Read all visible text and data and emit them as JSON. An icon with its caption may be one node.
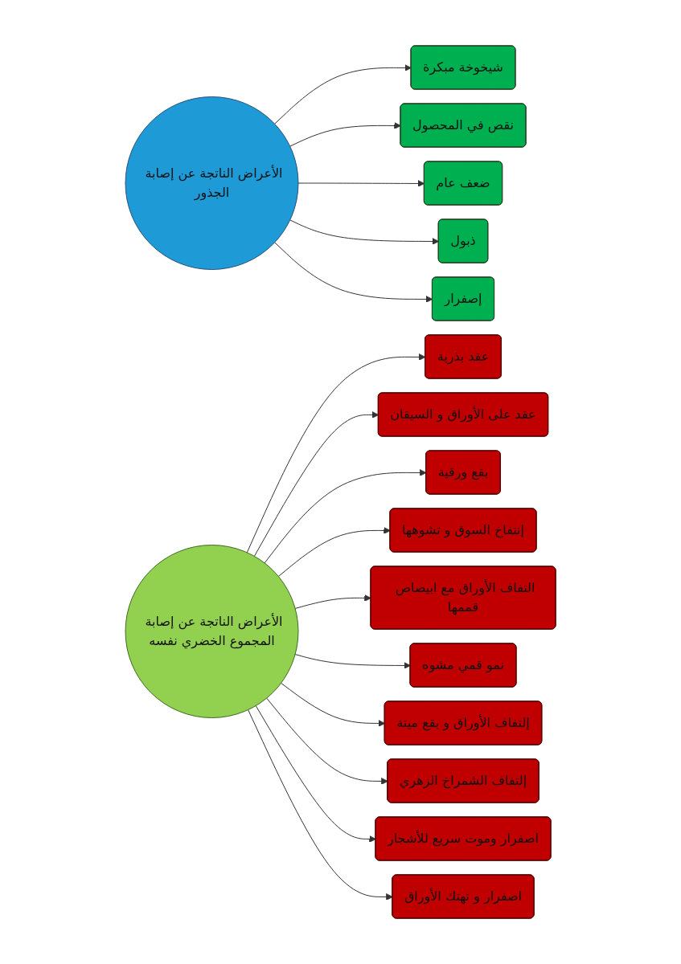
{
  "diagram": {
    "nodes": [
      {
        "text": [
          "الأعراض الناتجة عن إصابة الجذور"
        ]
      },
      {
        "text": [
          "شيخوخة مبكرة"
        ]
      },
      {
        "text": [
          "نقص في المحصول"
        ]
      },
      {
        "text": [
          "ضعف عام"
        ]
      },
      {
        "text": [
          "ذبول"
        ]
      },
      {
        "text": [
          "إصفرار"
        ]
      },
      {
        "text": [
          "الأعراض الناتجة عن إصابة المجموع الخضري نفسه"
        ]
      },
      {
        "text": [
          "عقد بذرية"
        ]
      },
      {
        "text": [
          "عقد على الأوراق و السيقان"
        ]
      },
      {
        "text": [
          "بقع ورقية"
        ]
      },
      {
        "text": [
          "إنتفاخ السوق و تشوهها"
        ]
      },
      {
        "text": [
          "التفاف الأوراق مع ابيصاص قممها"
        ]
      },
      {
        "text": [
          "نمو قمي مشوه"
        ]
      },
      {
        "text": [
          "إلتفاف الأوراق و بقع ميتة"
        ]
      },
      {
        "text": [
          "إلتفاف الشمراخ الزهري"
        ]
      },
      {
        "text": [
          "اصفرار وموت سريع للأشجار"
        ]
      },
      {
        "text": [
          "اصفرار و تهتك الأوراق"
        ]
      }
    ],
    "edges": [
      {
        "from": 0,
        "to": 1,
        "arrow": "to"
      },
      {
        "from": 0,
        "to": 2,
        "arrow": "to"
      },
      {
        "from": 0,
        "to": 3,
        "arrow": "to"
      },
      {
        "from": 0,
        "to": 4,
        "arrow": "to"
      },
      {
        "from": 0,
        "to": 5,
        "arrow": "to"
      },
      {
        "from": 6,
        "to": 7,
        "arrow": "to"
      },
      {
        "from": 6,
        "to": 8,
        "arrow": "to"
      },
      {
        "from": 6,
        "to": 9,
        "arrow": "to"
      },
      {
        "from": 6,
        "to": 10,
        "arrow": "to"
      },
      {
        "from": 6,
        "to": 11,
        "arrow": "to"
      },
      {
        "from": 6,
        "to": 12,
        "arrow": "to"
      },
      {
        "from": 6,
        "to": 13,
        "arrow": "to"
      },
      {
        "from": 6,
        "to": 14,
        "arrow": "to"
      },
      {
        "from": 6,
        "to": 15,
        "arrow": "to"
      },
      {
        "from": 6,
        "to": 16,
        "arrow": "to"
      }
    ]
  }
}
